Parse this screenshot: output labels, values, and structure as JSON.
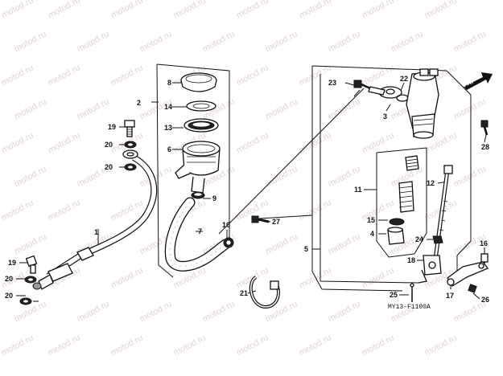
{
  "watermark_text": "motod.ru",
  "diagram_code": "MY13-F1100A",
  "direction_label": "FR.",
  "labels": {
    "l1": "1",
    "l2": "2",
    "l3": "3",
    "l4": "4",
    "l5": "5",
    "l6": "6",
    "l7": "7",
    "l8": "8",
    "l9": "9",
    "l10": "10",
    "l11": "11",
    "l12": "12",
    "l13": "13",
    "l14": "14",
    "l15": "15",
    "l16": "16",
    "l17": "17",
    "l18": "18",
    "l19a": "19",
    "l19b": "19",
    "l20a": "20",
    "l20b": "20",
    "l20c": "20",
    "l20d": "20",
    "l21": "21",
    "l22": "22",
    "l23": "23",
    "l24": "24",
    "l25": "25",
    "l26": "26",
    "l27": "27",
    "l28": "28"
  }
}
